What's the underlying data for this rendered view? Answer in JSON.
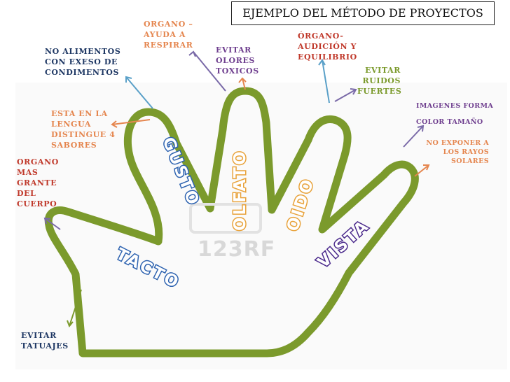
{
  "title": "EJEMPLO DEL MÉTODO DE PROYECTOS",
  "watermark": "123RF",
  "senses": {
    "tacto": "TACTO",
    "gusto": "GUSTO",
    "olfato": "OLFATO",
    "oido": "OIDO",
    "vista": "VISTA"
  },
  "labels": {
    "organo_respirar": [
      "ORGANO –",
      "AYUDA A",
      "RESPIRAR"
    ],
    "evitar_olores": [
      "EVITAR",
      "OLORES",
      "TOXICOS"
    ],
    "organo_audicion": [
      "ÓRGANO-",
      "AUDICIÓN Y",
      "EQUILIBRIO"
    ],
    "evitar_ruidos": [
      "EVITAR",
      "RUIDOS",
      "FUERTES"
    ],
    "no_alimentos": [
      "NO ALIMENTOS",
      "CON EXESO DE",
      "CONDIMENTOS"
    ],
    "lengua": [
      "ESTA EN LA",
      "LENGUA",
      "DISTINGUE 4",
      "SABORES"
    ],
    "imagenes": [
      "IMAGENES FORMA",
      "COLOR TAMAÑO"
    ],
    "no_exponer": [
      "NO EXPONER A",
      "LOS RAYOS",
      "SOLARES"
    ],
    "organo_grande": [
      "ORGANO",
      "MAS",
      "GRANTE",
      "DEL",
      "CUERPO"
    ],
    "evitar_tatuajes": [
      "EVITAR",
      "TATUAJES"
    ]
  },
  "colors": {
    "hand_outline": "#7b9a2c",
    "navy_text": "#1f3864",
    "orange_text": "#e5864f",
    "purple_text": "#6f3f8f",
    "red_text": "#c0392b",
    "green_text": "#7b9a2c",
    "blue_arrow": "#5aa0c8",
    "sense_blue": "#2e63b0",
    "sense_purple": "#4b2a8c",
    "sense_orange": "#e8a23a"
  }
}
